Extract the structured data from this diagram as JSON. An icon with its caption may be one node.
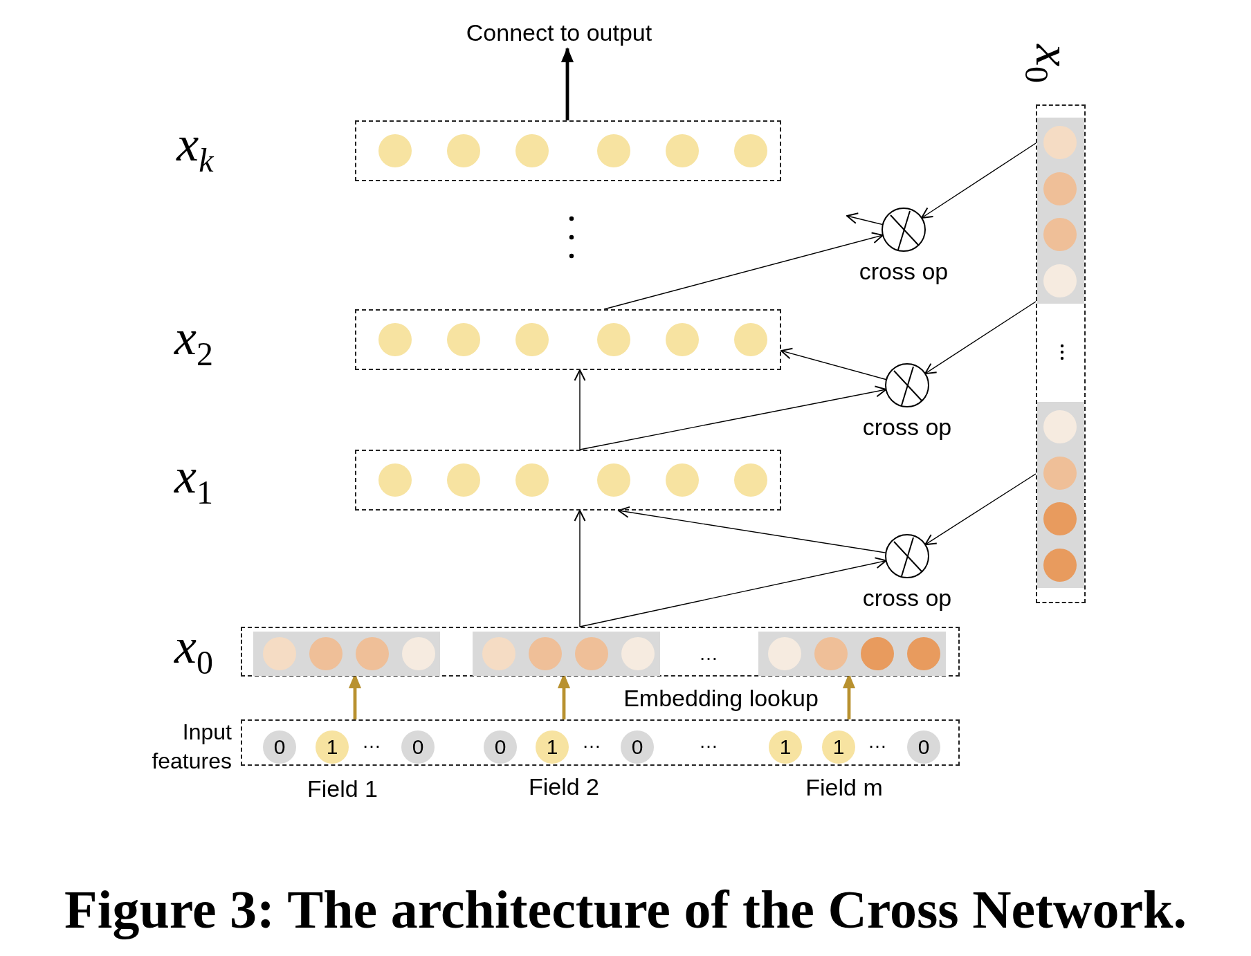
{
  "diagram": {
    "caption": "Figure 3: The architecture of the Cross Network.",
    "nodes": [
      {
        "text": [],
        "shape": "box",
        "beside": [
          "*x*$_{k}$"
        ]
      },
      {
        "text": [],
        "shape": "box",
        "beside": [
          "*x*$_{2}$"
        ]
      },
      {
        "text": [],
        "shape": "box",
        "beside": [
          "*x*$_{1}$"
        ]
      },
      {
        "text": [],
        "shape": "box",
        "beside": [
          "*x*$_{0}$"
        ]
      },
      {
        "text": [
          "cross op"
        ]
      },
      {
        "text": [
          "cross op"
        ]
      },
      {
        "text": [
          "cross op"
        ]
      },
      {
        "text": [],
        "shape": "box",
        "beside": [
          "*x*$_{0}$"
        ]
      },
      {
        "text": [],
        "shape": "bar",
        "in": 7
      },
      {
        "text": [],
        "shape": "bar",
        "in": 7
      },
      {
        "text": [],
        "shape": "bar",
        "in": 7
      },
      {
        "text": [],
        "shape": "box",
        "beside": [
          "Input features"
        ]
      },
      {
        "text": [
          "0"
        ],
        "in": 11
      },
      {
        "text": [
          "1"
        ],
        "in": 11
      },
      {
        "text": [
          "0"
        ],
        "in": 11
      },
      {
        "text": [
          "0"
        ],
        "in": 11
      },
      {
        "text": [
          "1"
        ],
        "in": 11
      },
      {
        "text": [
          "0"
        ],
        "in": 11
      },
      {
        "text": [
          "1"
        ],
        "in": 11
      },
      {
        "text": [
          "1"
        ],
        "in": 11
      },
      {
        "text": [
          "0"
        ],
        "in": 11
      }
    ],
    "edges": [
      {
        "from": 0,
        "to": null,
        "arrow": "to",
        "label": "Connect to output",
        "style": "thick"
      },
      {
        "from": 3,
        "to": 4,
        "arrow": "to"
      },
      {
        "from": 1,
        "to": 4,
        "arrow": "to"
      },
      {
        "from": 4,
        "to": null,
        "arrow": "to"
      },
      {
        "from": 3,
        "to": 5,
        "arrow": "to"
      },
      {
        "from": 2,
        "to": 5,
        "arrow": "to"
      },
      {
        "from": 5,
        "to": 1,
        "arrow": "to"
      },
      {
        "from": 2,
        "to": 1,
        "arrow": "to"
      },
      {
        "from": 3,
        "to": 6,
        "arrow": "to"
      },
      {
        "from": 7,
        "to": 6,
        "arrow": "to"
      },
      {
        "from": 6,
        "to": 2,
        "arrow": "to"
      },
      {
        "from": 7,
        "to": 2,
        "arrow": "to"
      },
      {
        "from": 11,
        "to": 8,
        "arrow": "to",
        "style": "thick",
        "color": "#b8912f"
      },
      {
        "from": 11,
        "to": 9,
        "arrow": "to",
        "style": "thick",
        "color": "#b8912f"
      },
      {
        "from": 11,
        "to": 10,
        "arrow": "to",
        "style": "thick",
        "color": "#b8912f"
      }
    ],
    "labels": [
      "…",
      "Embedding lookup",
      "…",
      "…",
      "…",
      "…",
      "Field 1",
      "Field 2",
      "Field m"
    ]
  }
}
